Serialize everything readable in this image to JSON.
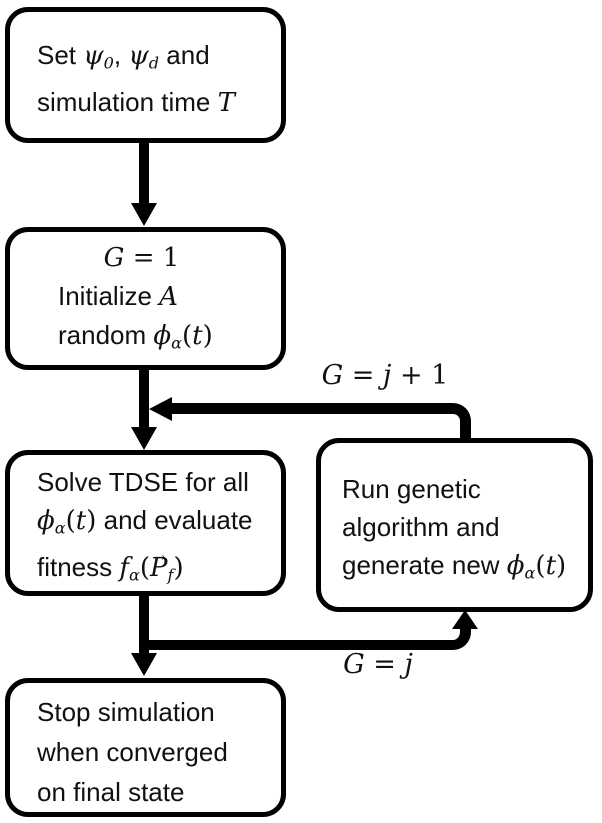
{
  "colors": {
    "stroke": "#000000",
    "background": "#ffffff",
    "text": "#111111"
  },
  "nodes": {
    "set_initial": {
      "lines": [
        [
          {
            "kind": "plain",
            "text": "Set "
          },
          {
            "kind": "math",
            "text": "ψ"
          },
          {
            "kind": "sub",
            "text": "0"
          },
          {
            "kind": "plain",
            "text": ", "
          },
          {
            "kind": "math",
            "text": "ψ"
          },
          {
            "kind": "sub",
            "text": "d"
          },
          {
            "kind": "plain",
            "text": " and"
          }
        ],
        [
          {
            "kind": "plain",
            "text": "simulation time "
          },
          {
            "kind": "math",
            "text": "T"
          }
        ]
      ]
    },
    "initialize": {
      "lines": [
        [
          {
            "kind": "math",
            "text": "G"
          },
          {
            "kind": "mathup",
            "text": " = 1"
          }
        ],
        [
          {
            "kind": "plain",
            "text": "Initialize "
          },
          {
            "kind": "math",
            "text": "A"
          }
        ],
        [
          {
            "kind": "plain",
            "text": "random "
          },
          {
            "kind": "math",
            "text": "ϕ"
          },
          {
            "kind": "sub",
            "text": "α"
          },
          {
            "kind": "mathup",
            "text": "("
          },
          {
            "kind": "math",
            "text": "t"
          },
          {
            "kind": "mathup",
            "text": ")"
          }
        ]
      ]
    },
    "solve_tdse": {
      "lines": [
        [
          {
            "kind": "plain",
            "text": "Solve TDSE for all"
          }
        ],
        [
          {
            "kind": "math",
            "text": "ϕ"
          },
          {
            "kind": "sub",
            "text": "α"
          },
          {
            "kind": "mathup",
            "text": "("
          },
          {
            "kind": "math",
            "text": "t"
          },
          {
            "kind": "mathup",
            "text": ")"
          },
          {
            "kind": "plain",
            "text": " and evaluate"
          }
        ],
        [
          {
            "kind": "plain",
            "text": "fitness "
          },
          {
            "kind": "math",
            "text": "f"
          },
          {
            "kind": "sub",
            "text": "α"
          },
          {
            "kind": "mathup",
            "text": "("
          },
          {
            "kind": "vec",
            "text": "P"
          },
          {
            "kind": "sub",
            "text": "f"
          },
          {
            "kind": "mathup",
            "text": ")"
          }
        ]
      ]
    },
    "genetic": {
      "lines": [
        [
          {
            "kind": "plain",
            "text": "Run genetic"
          }
        ],
        [
          {
            "kind": "plain",
            "text": "algorithm and"
          }
        ],
        [
          {
            "kind": "plain",
            "text": "generate new "
          },
          {
            "kind": "math",
            "text": "ϕ"
          },
          {
            "kind": "sub",
            "text": "α"
          },
          {
            "kind": "mathup",
            "text": "("
          },
          {
            "kind": "math",
            "text": "t"
          },
          {
            "kind": "mathup",
            "text": ")"
          }
        ]
      ]
    },
    "stop": {
      "lines": [
        [
          {
            "kind": "plain",
            "text": "Stop simulation"
          }
        ],
        [
          {
            "kind": "plain",
            "text": "when converged"
          }
        ],
        [
          {
            "kind": "plain",
            "text": "on final state"
          }
        ]
      ]
    }
  },
  "edge_labels": {
    "next_generation": [
      {
        "kind": "math",
        "text": "G"
      },
      {
        "kind": "mathup",
        "text": " = "
      },
      {
        "kind": "math",
        "text": "j"
      },
      {
        "kind": "mathup",
        "text": " + 1"
      }
    ],
    "current_generation": [
      {
        "kind": "math",
        "text": "G"
      },
      {
        "kind": "mathup",
        "text": " = "
      },
      {
        "kind": "math",
        "text": "j"
      }
    ]
  },
  "vector_arrow_glyph": "→"
}
